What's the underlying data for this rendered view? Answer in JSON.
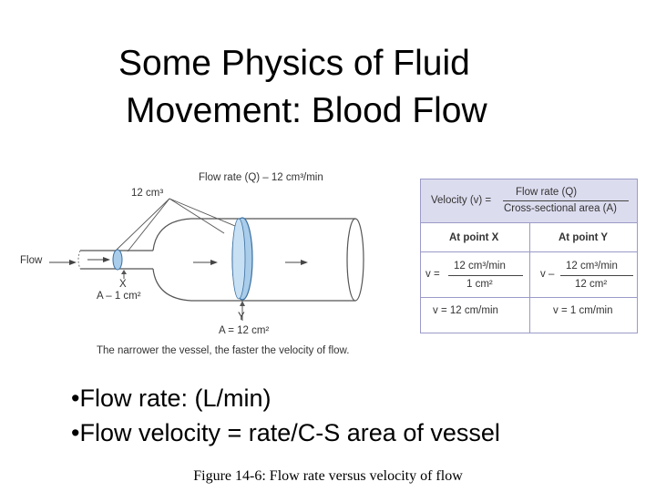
{
  "title": {
    "line1": "Some Physics of Fluid",
    "line2": "Movement: Blood Flow"
  },
  "diagram": {
    "flow_rate_label": "Flow rate (Q) – 12 cm³/min",
    "volume_label": "12 cm³",
    "flow_label": "Flow",
    "point_x_label": "X",
    "area_x_label": "A – 1 cm²",
    "point_y_label": "Y",
    "area_y_label": "A = 12 cm²",
    "caption": "The narrower the vessel, the faster the velocity of flow.",
    "colors": {
      "vessel_outline": "#555555",
      "disk_fill": "#a9cdea",
      "disk_stroke": "#3a6fa0",
      "header_fill": "#dcdcef"
    }
  },
  "formula": {
    "velocity_lhs": "Velocity (v) =",
    "numerator": "Flow rate (Q)",
    "denominator": "Cross-sectional area (A)",
    "col_x_header": "At point X",
    "col_y_header": "At point Y",
    "v_eq_x": "v =",
    "v_eq_y": "v –",
    "x_num": "12 cm³/min",
    "x_den": "1 cm²",
    "y_num": "12 cm³/min",
    "y_den": "12 cm²",
    "x_result": "v = 12 cm/min",
    "y_result": "v = 1 cm/min"
  },
  "bullets": [
    "•Flow rate: (L/min)",
    "•Flow velocity = rate/C-S area of vessel"
  ],
  "figure_caption": "Figure 14-6: Flow rate versus velocity of flow"
}
